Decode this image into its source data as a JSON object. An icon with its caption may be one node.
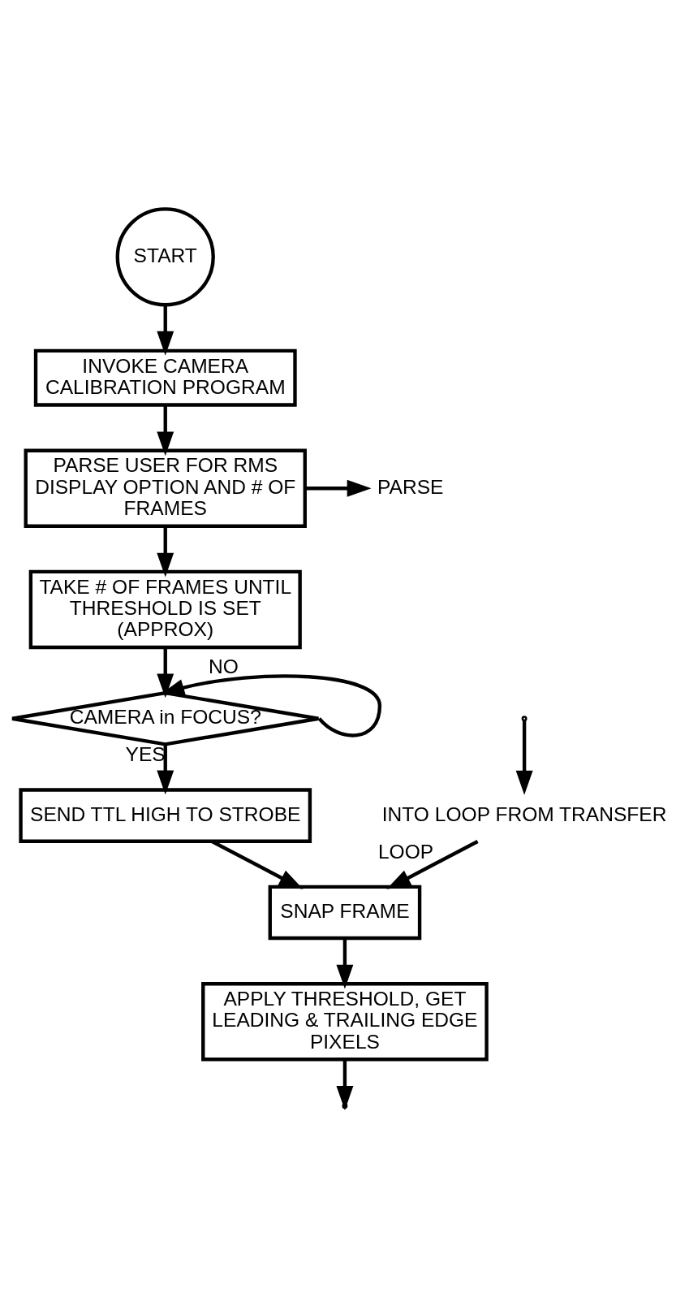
{
  "diagram": {
    "nodes": [
      {
        "text": [
          "START"
        ]
      },
      {
        "text": [
          "INVOKE CAMERA CALIBRATION PROGRAM"
        ]
      },
      {
        "text": [
          "PARSE USER FOR RMS DISPLAY OPTION AND # OF FRAMES"
        ]
      },
      {
        "text": [
          "PARSE"
        ]
      },
      {
        "text": [
          "TAKE # OF FRAMES UNTIL THRESHOLD IS SET (APPROX)"
        ]
      },
      {
        "text": [
          "CAMERA in FOCUS?"
        ]
      },
      {
        "text": [
          "SEND TTL HIGH TO STROBE"
        ]
      },
      {
        "text": [
          "INTO LOOP FROM TRANSFER"
        ]
      },
      {
        "text": [
          "SNAP FRAME"
        ]
      },
      {
        "text": [
          "APPLY THRESHOLD, GET LEADING & TRAILING EDGE PIXELS"
        ]
      }
    ],
    "edges": [
      {
        "from": 0,
        "to": 1,
        "arrow": "to"
      },
      {
        "from": 1,
        "to": 2,
        "arrow": "to"
      },
      {
        "from": 2,
        "to": 3,
        "arrow": "to"
      },
      {
        "from": 2,
        "to": 4,
        "arrow": "to"
      },
      {
        "from": 4,
        "to": 5,
        "arrow": "to"
      },
      {
        "from": 5,
        "to": 5,
        "label": "NO",
        "arrow": "to"
      },
      {
        "from": 5,
        "to": 6,
        "label": "YES",
        "arrow": "to"
      },
      {
        "from": 6,
        "to": 8,
        "arrow": "to"
      },
      {
        "from": 7,
        "to": 8,
        "label": "LOOP",
        "arrow": "to"
      },
      {
        "from": null,
        "to": 7,
        "arrow": "to"
      },
      {
        "from": 9,
        "to": null,
        "arrow": "to"
      },
      {
        "from": 8,
        "to": 9,
        "arrow": "to"
      }
    ]
  }
}
